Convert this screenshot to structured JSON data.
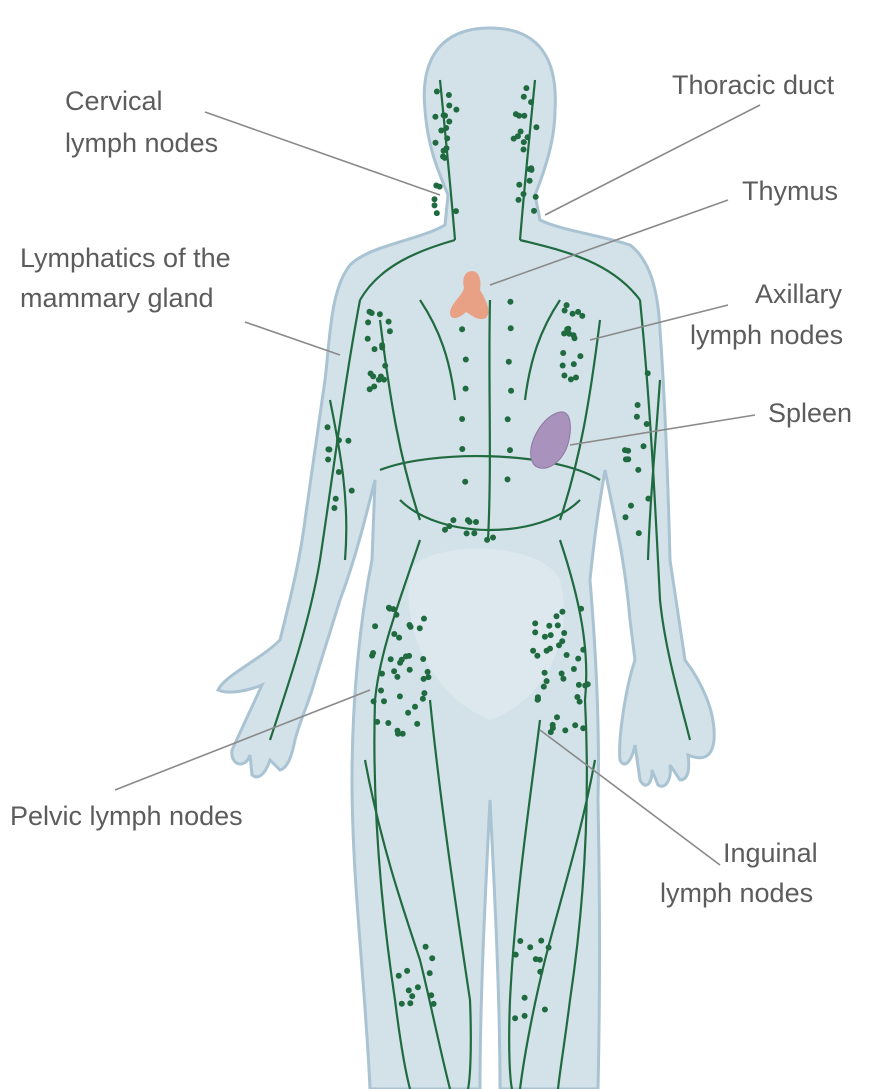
{
  "title": "Lymphatic system",
  "labels": {
    "cervical_1": "Cervical",
    "cervical_2": "lymph nodes",
    "thoracic_duct": "Thoracic duct",
    "thymus": "Thymus",
    "mammary_1": "Lymphatics of the",
    "mammary_2": "mammary gland",
    "axillary_1": "Axillary",
    "axillary_2": "lymph nodes",
    "spleen": "Spleen",
    "pelvic": "Pelvic lymph nodes",
    "inguinal_1": "Inguinal",
    "inguinal_2": "lymph nodes"
  },
  "colors": {
    "body_fill": "#d3e1e9",
    "body_outline": "#a9c3d3",
    "vessel": "#1f6b3f",
    "thymus": "#e9a186",
    "spleen": "#a993bd",
    "label_text": "#5c5c5c",
    "leader_line": "#8a8a8a"
  }
}
